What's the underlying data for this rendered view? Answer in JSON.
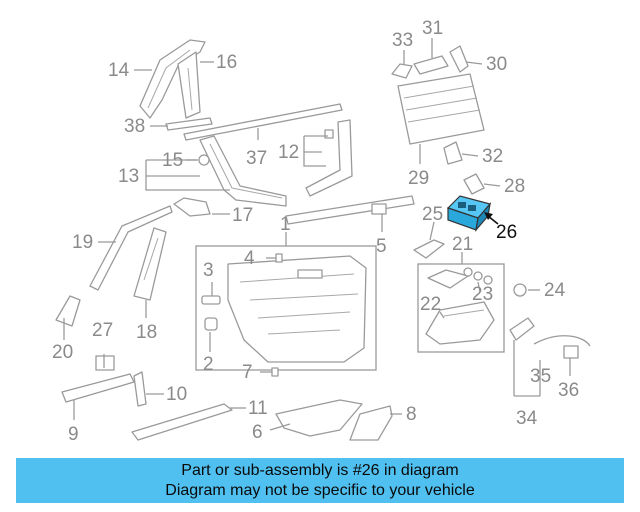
{
  "diagram": {
    "callouts": [
      "1",
      "2",
      "3",
      "4",
      "5",
      "6",
      "7",
      "8",
      "9",
      "10",
      "11",
      "12",
      "13",
      "14",
      "15",
      "16",
      "17",
      "18",
      "19",
      "20",
      "21",
      "22",
      "23",
      "24",
      "25",
      "26",
      "27",
      "28",
      "29",
      "30",
      "31",
      "32",
      "33",
      "34",
      "35",
      "36",
      "37",
      "38"
    ],
    "highlighted_part": "26",
    "highlight_color": "#4fc0f0"
  },
  "banner": {
    "line1": "Part or sub-assembly is #26 in diagram",
    "line2": "Diagram may not be specific to your vehicle",
    "background": "#4fc0f0"
  }
}
